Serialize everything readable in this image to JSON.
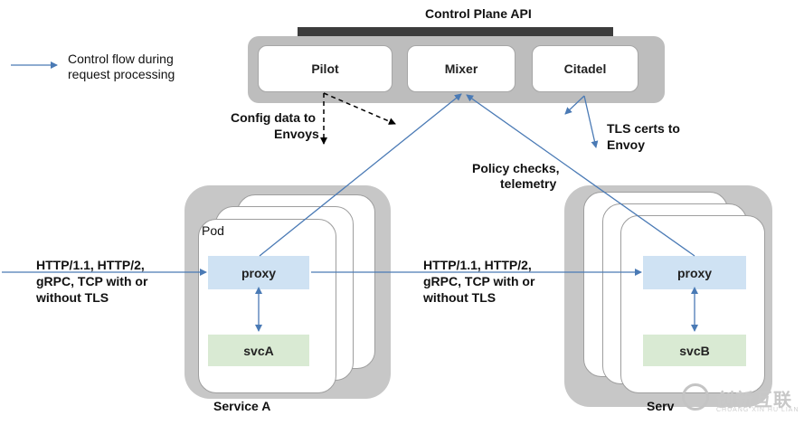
{
  "control_plane": {
    "title": "Control Plane API",
    "components": [
      "Pilot",
      "Mixer",
      "Citadel"
    ]
  },
  "legend": {
    "line1": "Control flow during",
    "line2": "request processing"
  },
  "annotations": {
    "config_line1": "Config data to",
    "config_line2": "Envoys",
    "tls_line1": "TLS certs to",
    "tls_line2": "Envoy",
    "policy_line1": "Policy checks,",
    "policy_line2": "telemetry"
  },
  "service_a": {
    "pod_label": "Pod",
    "proxy": "proxy",
    "svc": "svcA",
    "label": "Service A",
    "incoming_line1": "HTTP/1.1, HTTP/2,",
    "incoming_line2": "gRPC, TCP with or",
    "incoming_line3": "without TLS"
  },
  "service_b": {
    "proxy": "proxy",
    "svc": "svcB",
    "label": "Serv",
    "incoming_line1": "HTTP/1.1, HTTP/2,",
    "incoming_line2": "gRPC, TCP with or",
    "incoming_line3": "without TLS"
  },
  "watermark": {
    "main": "创新互联",
    "sub": "CHUANG XIN HU LIAN"
  },
  "colors": {
    "arrow": "#4a7ab5",
    "proxy_fill": "#cfe2f3",
    "svc_fill": "#d9ead3",
    "panel_gray": "#bdbdbd"
  }
}
